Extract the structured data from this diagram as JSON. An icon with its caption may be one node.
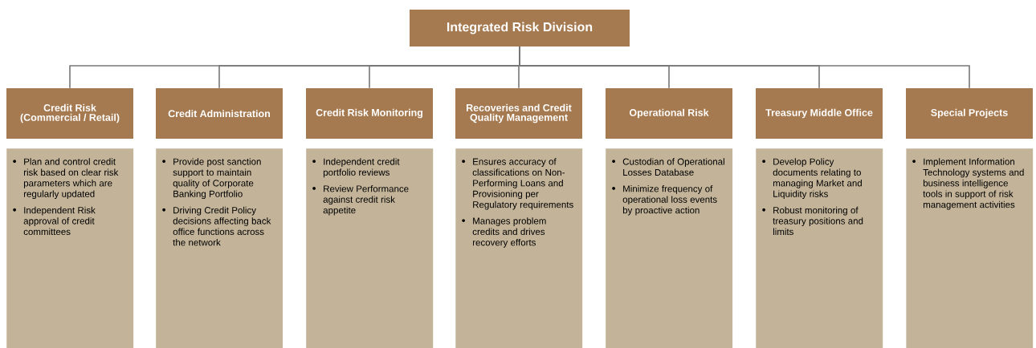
{
  "diagram": {
    "nodes": [
      {
        "text": [
          "Integrated Risk Division"
        ]
      },
      {
        "text": [
          "Credit Risk (Commercial / Retail)"
        ]
      },
      {
        "text": [
          "Credit Administration"
        ]
      },
      {
        "text": [
          "Credit Risk Monitoring"
        ]
      },
      {
        "text": [
          "Recoveries and Credit Quality Management"
        ]
      },
      {
        "text": [
          "Operational Risk"
        ]
      },
      {
        "text": [
          "Treasury Middle Office"
        ]
      },
      {
        "text": [
          "Special Projects"
        ]
      },
      {
        "text": [
          "Plan and control credit risk based on clear risk parameters which are regularly updated",
          "Independent Risk approval of credit committees"
        ]
      },
      {
        "text": [
          "Provide post sanction support to maintain quality of Corporate Banking Portfolio",
          "Driving Credit Policy decisions affecting back office functions across the network"
        ]
      },
      {
        "text": [
          "Independent credit portfolio reviews",
          "Review Performance against credit risk appetite"
        ]
      },
      {
        "text": [
          "Ensures accuracy of classifications on Non- Performing Loans and Provisioning per Regulatory requirements",
          "Manages problem credits and drives recovery efforts"
        ]
      },
      {
        "text": [
          "Custodian of Operational Losses Database",
          "Minimize frequency of operational loss events by proactive action"
        ]
      },
      {
        "text": [
          "Develop Policy documents relating to managing Market and Liquidity risks",
          "Robust monitoring of treasury positions and limits"
        ]
      },
      {
        "text": [
          "Implement Information Technology systems and business intelligence tools in support of risk management activities"
        ]
      }
    ],
    "edges": [
      {
        "from": 0,
        "to": 1,
        "arrow": "none"
      },
      {
        "from": 0,
        "to": 2,
        "arrow": "none"
      },
      {
        "from": 0,
        "to": 3,
        "arrow": "none"
      },
      {
        "from": 0,
        "to": 4,
        "arrow": "none"
      },
      {
        "from": 0,
        "to": 5,
        "arrow": "none"
      },
      {
        "from": 0,
        "to": 6,
        "arrow": "none"
      },
      {
        "from": 0,
        "to": 7,
        "arrow": "none"
      }
    ]
  }
}
